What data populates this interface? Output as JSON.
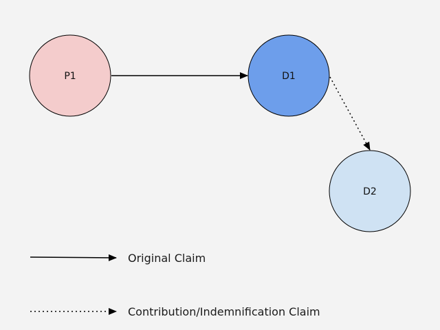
{
  "nodes": {
    "p1": {
      "label": "P1",
      "fill": "#f4cccc"
    },
    "d1": {
      "label": "D1",
      "fill": "#6d9eeb"
    },
    "d2": {
      "label": "D2",
      "fill": "#cfe2f3"
    }
  },
  "edges": {
    "original": {
      "from": "P1",
      "to": "D1",
      "style": "solid"
    },
    "contribution": {
      "from": "D1",
      "to": "D2",
      "style": "dotted"
    }
  },
  "legend": {
    "original_claim": "Original Claim",
    "contribution_claim": "Contribution/Indemnification Claim"
  },
  "colors": {
    "background": "#f3f3f3",
    "stroke": "#000000"
  }
}
